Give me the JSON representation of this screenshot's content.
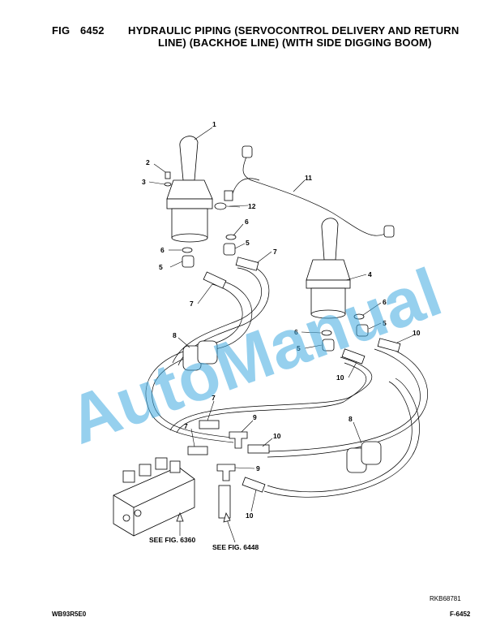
{
  "header": {
    "fig_label": "FIG",
    "fig_number": "6452",
    "title_line1": "HYDRAULIC PIPING (SERVOCONTROL DELIVERY AND RETURN",
    "title_line2": "LINE) (BACKHOE LINE) (WITH SIDE DIGGING BOOM)"
  },
  "callouts": {
    "c1": "1",
    "c2": "2",
    "c3": "3",
    "c4": "4",
    "c5a": "5",
    "c5b": "5",
    "c5c": "5",
    "c5d": "5",
    "c6a": "6",
    "c6b": "6",
    "c6c": "6",
    "c6d": "6",
    "c7a": "7",
    "c7b": "7",
    "c7c": "7",
    "c7d": "7",
    "c8a": "8",
    "c8b": "8",
    "c9a": "9",
    "c9b": "9",
    "c10a": "10",
    "c10b": "10",
    "c10c": "10",
    "c10d": "10",
    "c11": "11",
    "c12": "12"
  },
  "references": {
    "ref1": "SEE FIG. 6360",
    "ref2": "SEE FIG. 6448"
  },
  "watermark": "AutoManual",
  "footer": {
    "drawing_code": "RKB68781",
    "left": "WB93R5E0",
    "right": "F-6452"
  }
}
